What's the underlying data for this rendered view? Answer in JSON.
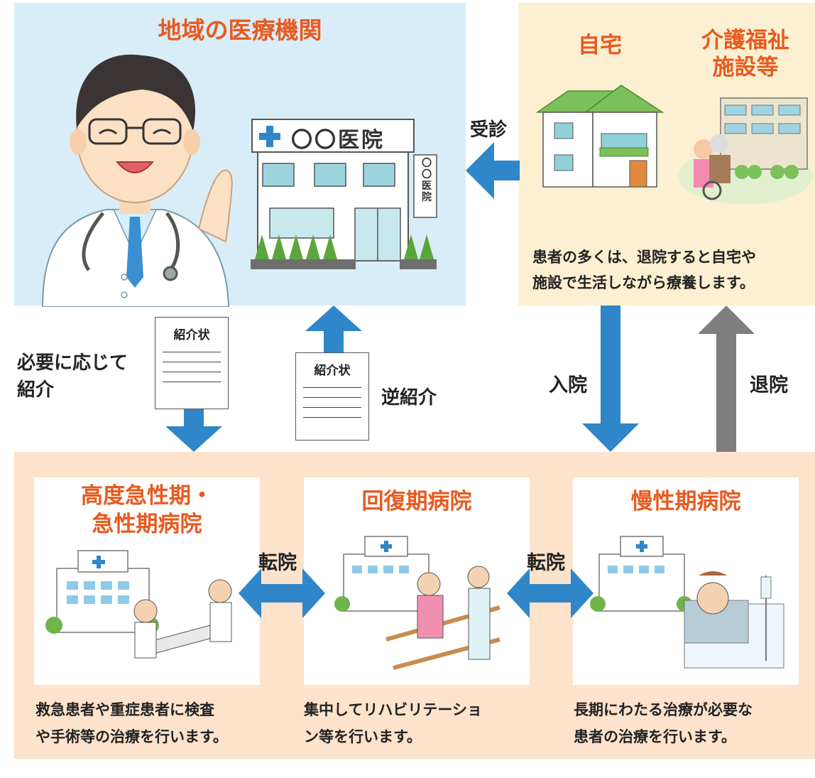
{
  "local": {
    "title": "地域の医療機関",
    "clinic_sign": "〇〇医院",
    "clinic_vsign": [
      "〇",
      "〇",
      "医",
      "院"
    ]
  },
  "home": {
    "home_title": "自宅",
    "facility_title_1": "介護福祉",
    "facility_title_2": "施設等",
    "desc_1": "患者の多くは、退院すると自宅や",
    "desc_2": "施設で生活しながら療養します。"
  },
  "arrows": {
    "jushin": "受診",
    "nyuin": "入院",
    "taiin": "退院",
    "hitsuyo_1": "必要に応じて",
    "hitsuyo_2": "紹介",
    "gyaku": "逆紹介",
    "doc_label": "紹介状",
    "tenin": "転院",
    "colors": {
      "blue": "#2f86c8",
      "gray": "#7f7f80"
    }
  },
  "hospitals": [
    {
      "title_1": "高度急性期・",
      "title_2": "急性期病院",
      "desc_1": "救急患者や重症患者に検査",
      "desc_2": "や手術等の治療を行います。"
    },
    {
      "title_1": "回復期病院",
      "title_2": "",
      "desc_1": "集中してリハビリテーショ",
      "desc_2": "ン等を行います。"
    },
    {
      "title_1": "慢性期病院",
      "title_2": "",
      "desc_1": "長期にわたる治療が必要な",
      "desc_2": "患者の治療を行います。"
    }
  ]
}
